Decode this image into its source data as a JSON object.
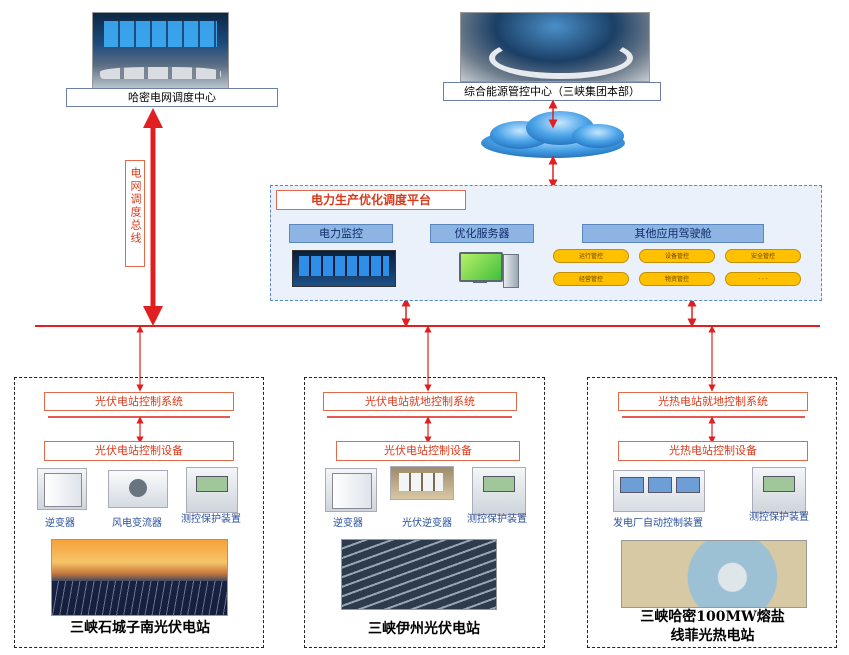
{
  "top": {
    "left_center": "哈密电网调度中心",
    "right_center": "综合能源管控中心（三峡集团本部）",
    "bus_label": "电网调度总线"
  },
  "platform": {
    "title": "电力生产优化调度平台",
    "tabs": [
      "电力监控",
      "优化服务器",
      "其他应用驾驶舱"
    ],
    "apps": [
      "运行管控",
      "设备管控",
      "安全管控",
      "经营管控",
      "物资管控",
      "· · ·"
    ]
  },
  "stations": [
    {
      "system": "光伏电站控制系统",
      "device": "光伏电站控制设备",
      "equipment": [
        "逆变器",
        "风电变流器",
        "测控保护装置"
      ],
      "name": "三峡石城子南光伏电站"
    },
    {
      "system": "光伏电站就地控制系统",
      "device": "光伏电站控制设备",
      "equipment": [
        "逆变器",
        "光伏逆变器",
        "测控保护装置"
      ],
      "name": "三峡伊州光伏电站"
    },
    {
      "system": "光热电站就地控制系统",
      "device": "光热电站控制设备",
      "equipment": [
        "发电厂自动控制装置",
        "测控保护装置"
      ],
      "name_line1": "三峡哈密100MW熔盐",
      "name_line2": "线菲光热电站"
    }
  ],
  "colors": {
    "red": "#e02020",
    "platform_bg": "#eaf1fa",
    "tab_blue": "#8db4e2",
    "pill_yellow": "#ffc000",
    "cloud_blue": "#4aa3e8"
  }
}
